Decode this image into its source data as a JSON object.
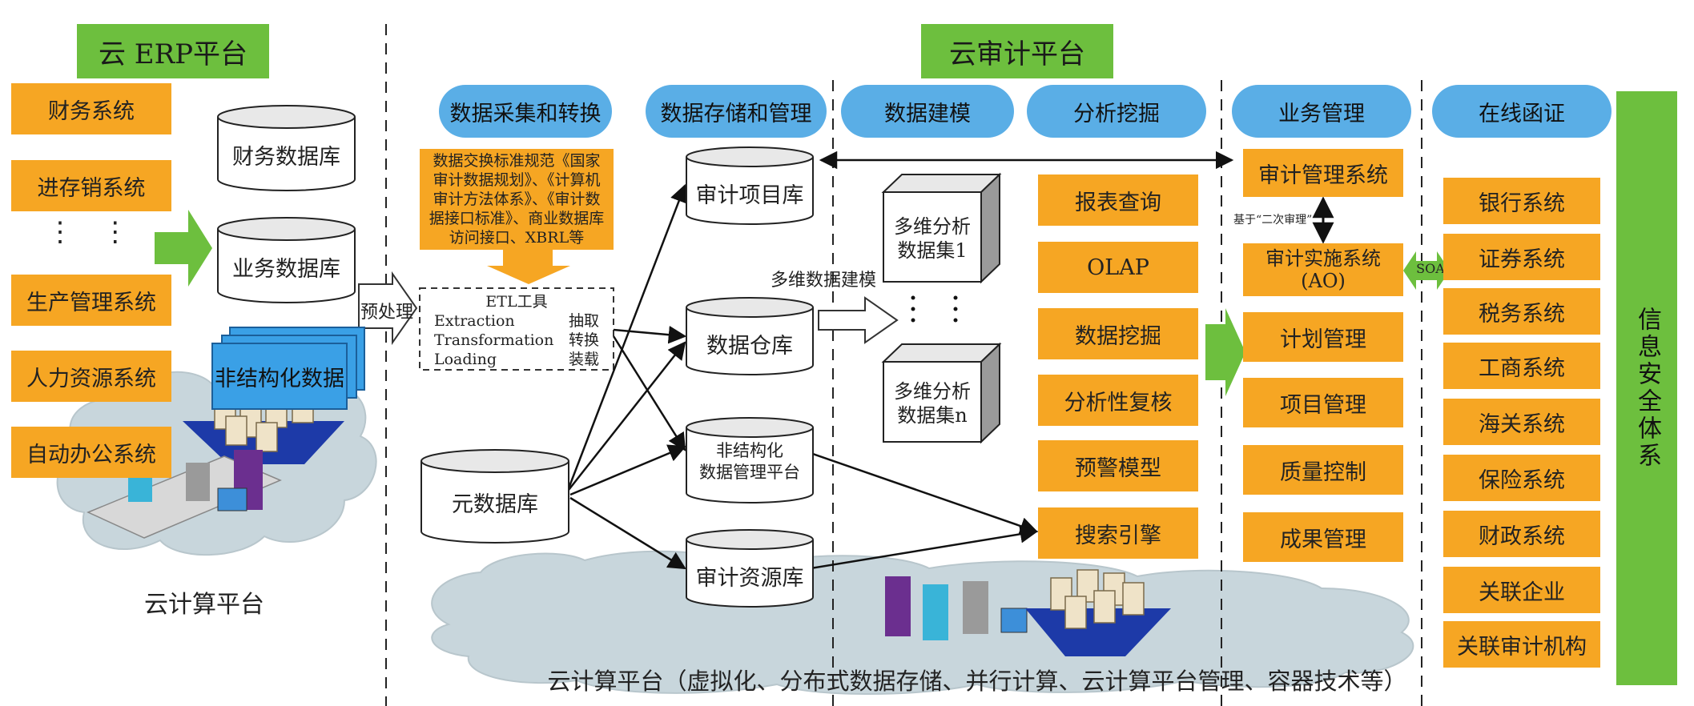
{
  "erp": {
    "title": "云 ERP平台",
    "systems": [
      "财务系统",
      "进存销系统",
      "生产管理系统",
      "人力资源系统",
      "自动办公系统"
    ],
    "dots": "⋮  ⋮",
    "databases": [
      "财务数据库",
      "业务数据库"
    ],
    "unstructured": "非结构化数据",
    "cloud_label": "云计算平台"
  },
  "audit": {
    "title": "云审计平台",
    "columns": [
      "数据采集和转换",
      "数据存储和管理",
      "数据建模",
      "分析挖掘",
      "业务管理",
      "在线函证"
    ],
    "standard_text": "数据交换标准规范《国家审计数据规划》、《计算机审计方法体系》、《审计数据接口标准》、商业数据库访问接口、XBRL等",
    "preprocess": "预处理",
    "etl": {
      "title": "ETL工具",
      "rows": [
        [
          "Extraction",
          "抽取"
        ],
        [
          "Transformation",
          "转换"
        ],
        [
          "Loading",
          "装载"
        ]
      ]
    },
    "metadata_db": "元数据库",
    "storage": [
      "审计项目库",
      "数据仓库",
      "非结构化\n数据管理平台",
      "审计资源库"
    ],
    "modeling_label": "多维数据建模",
    "cubes": [
      "多维分析\n数据集1",
      "多维分析\n数据集n"
    ],
    "analysis": [
      "报表查询",
      "OLAP",
      "数据挖掘",
      "分析性复核",
      "预警模型",
      "搜索引擎"
    ],
    "business_top": "审计管理系统",
    "secondary_audit_note": "基于“二次审理”",
    "ao_system": "审计实施系统\n(AO)",
    "business": [
      "计划管理",
      "项目管理",
      "质量控制",
      "成果管理"
    ],
    "soa": "SOA",
    "confirmation": [
      "银行系统",
      "证券系统",
      "税务系统",
      "工商系统",
      "海关系统",
      "保险系统",
      "财政系统",
      "关联企业",
      "关联审计机构"
    ],
    "security": "信息安全体系",
    "cloud_label": "云计算平台（虚拟化、分布式数据存储、并行计算、云计算平台管理、容器技术等）"
  },
  "colors": {
    "orange": "#f6a623",
    "green": "#6dbf3e",
    "blue": "#5aaee6",
    "cloud": "#c8d6dc"
  }
}
